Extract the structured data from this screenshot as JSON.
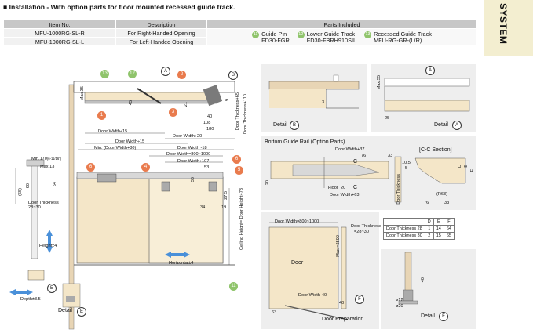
{
  "header": {
    "title": "■ Installation - With option parts for floor mounted recessed guide track."
  },
  "sidebar": {
    "label": "SYSTEM"
  },
  "parts_table": {
    "headers": [
      "Item No.",
      "Description",
      "Parts Included"
    ],
    "rows": [
      {
        "item": "MFU-1000RG-SL-R",
        "desc": "For Right-Handed Opening"
      },
      {
        "item": "MFU-1000RG-SL-L",
        "desc": "For Left-Handed Opening"
      }
    ],
    "parts": [
      {
        "num": "11",
        "name": "Guide Pin",
        "code": "FD30-FGR"
      },
      {
        "num": "12",
        "name": "Lower Guide Track",
        "code": "FD30-FBRH910SIL"
      },
      {
        "num": "13",
        "name": "Recessed Guide Track",
        "code": "MFU-RG-GR-(L/R)"
      }
    ]
  },
  "callouts": {
    "n1": "1",
    "n2": "2",
    "n3": "3",
    "n4": "4",
    "n5": "5",
    "n6": "6",
    "n11": "11",
    "n12": "12",
    "n13": "13",
    "A": "A",
    "B": "B",
    "C": "C",
    "E": "E",
    "F": "F"
  },
  "main_dims": {
    "max35": "Max.35",
    "d45": "45",
    "d21": "21",
    "d40": "40",
    "d108": "108",
    "d180": "180",
    "d9": "9",
    "door_thick_65": "Door Thickness+65",
    "door_thick_110": "Door Thickness+110",
    "dw15a": "Door Width÷15",
    "dw20": "Door Width÷20",
    "dw15b": "Door Width÷15",
    "min_dw80": "Min. (Door Width+80)",
    "dw18": "Door Width -18",
    "dw800": "Door Width=800~1000",
    "dw107": "Door Width÷107",
    "d53": "53",
    "d30": "30",
    "d34": "34",
    "d19": "19",
    "d27_5": "27.5",
    "ceiling": "Ceiling Height= Door Height+73",
    "horizontal": "Horizontal±4"
  },
  "left_dims": {
    "min170": "Min.170",
    "min170_sub": "(6-11/16\")",
    "max13": "Max.13",
    "d65": "(65)",
    "d60": "60",
    "d64": "64",
    "door_thickness": "Door Thickness",
    "range_28_30": "28~30",
    "height4": "Height±4",
    "depth": "Depth±3.5",
    "detail": "Detail"
  },
  "detail_b": {
    "d3": "3",
    "label": "Detail"
  },
  "detail_a": {
    "max35": "Max.35",
    "d25": "25",
    "label": "Detail"
  },
  "rail": {
    "title": "Bottom Guide Rail (Option Parts)",
    "dw37": "Door Width+37",
    "d76": "76",
    "d33": "33",
    "floor": "Floor",
    "d20a": "20",
    "d20b": "20",
    "dw63": "Door Width+63",
    "dthick": "Door Thickness",
    "d10_5": "10.5",
    "d5": "5",
    "cc": "[C-C Section]",
    "r63": "(R63)",
    "dD": "D",
    "dE": "E",
    "dF": "F",
    "d76b": "76",
    "d33b": "33"
  },
  "ct_table": {
    "header": [
      "",
      "D",
      "E",
      "F"
    ],
    "rows": [
      [
        "Door Thickness 28",
        "1",
        "14",
        "64"
      ],
      [
        "Door Thickness 30",
        "2",
        "15",
        "65"
      ]
    ]
  },
  "prep": {
    "dw800": "Door Width=800~1000",
    "max2500": "Max.=2500",
    "door": "Door",
    "thickness": "Door Thickness",
    "range": "=28~30",
    "dw40": "Door Width-40",
    "d63": "63",
    "d40": "40",
    "title": "Door Preparation"
  },
  "detail_f": {
    "d40": "40",
    "d12": "ø12",
    "d20": "ø20",
    "label": "Detail"
  }
}
